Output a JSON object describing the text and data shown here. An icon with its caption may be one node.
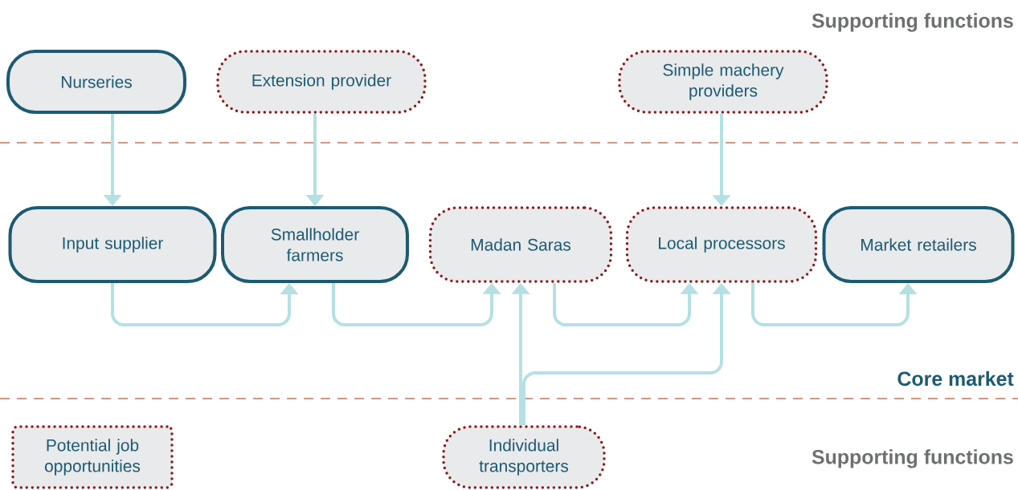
{
  "diagram": {
    "nodes": [
      {
        "text": [
          "Nurseries"
        ]
      },
      {
        "text": [
          "Extension provider"
        ]
      },
      {
        "text": [
          "Simple machery providers"
        ]
      },
      {
        "text": [
          "Input supplier"
        ]
      },
      {
        "text": [
          "Smallholder farmers"
        ]
      },
      {
        "text": [
          "Madan Saras"
        ]
      },
      {
        "text": [
          "Local processors"
        ]
      },
      {
        "text": [
          "Market retailers"
        ]
      },
      {
        "text": [
          "Individual transporters"
        ]
      }
    ],
    "edges": [
      {
        "from": 0,
        "to": 3,
        "arrow": "to"
      },
      {
        "from": 1,
        "to": 4,
        "arrow": "to"
      },
      {
        "from": 2,
        "to": 6,
        "arrow": "to"
      },
      {
        "from": 3,
        "to": 4,
        "arrow": "to"
      },
      {
        "from": 4,
        "to": 5,
        "arrow": "to"
      },
      {
        "from": 5,
        "to": 6,
        "arrow": "to"
      },
      {
        "from": 6,
        "to": 7,
        "arrow": "to"
      },
      {
        "from": 8,
        "to": 5,
        "arrow": "to"
      },
      {
        "from": 8,
        "to": 6,
        "arrow": "to"
      }
    ],
    "labels": [
      "Supporting functions",
      "Core market",
      "Supporting functions"
    ],
    "legend": [
      {
        "text": "Potential job opportunities"
      }
    ]
  }
}
